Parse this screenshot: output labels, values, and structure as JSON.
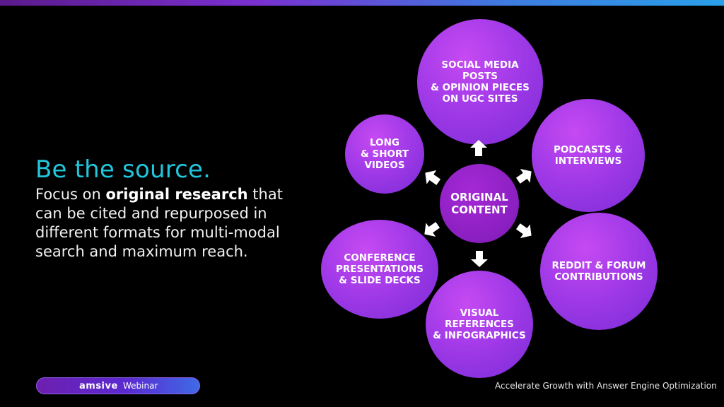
{
  "headline": "Be the source.",
  "body": {
    "pre": "Focus on ",
    "bold": "original research",
    "post": " that can be cited and repurposed in different formats for multi-modal search and maximum reach."
  },
  "diagram": {
    "center": "ORIGINAL\nCONTENT",
    "nodes": [
      {
        "id": "social",
        "label": "SOCIAL MEDIA\nPOSTS\n& OPINION PIECES\nON UGC SITES"
      },
      {
        "id": "podcasts",
        "label": "PODCASTS &\nINTERVIEWS"
      },
      {
        "id": "reddit",
        "label": "REDDIT & FORUM\nCONTRIBUTIONS"
      },
      {
        "id": "visual",
        "label": "VISUAL\nREFERENCES\n& INFOGRAPHICS"
      },
      {
        "id": "conference",
        "label": "CONFERENCE\nPRESENTATIONS\n& SLIDE DECKS"
      },
      {
        "id": "videos",
        "label": "LONG\n& SHORT\nVIDEOS"
      }
    ]
  },
  "footer": {
    "logo": "amsive",
    "badge": "Webinar",
    "tagline": "Accelerate Growth with Answer Engine Optimization"
  },
  "colors": {
    "accent": "#21c6dc",
    "circle": "#a23ae8",
    "center": "#8a1fc0"
  }
}
